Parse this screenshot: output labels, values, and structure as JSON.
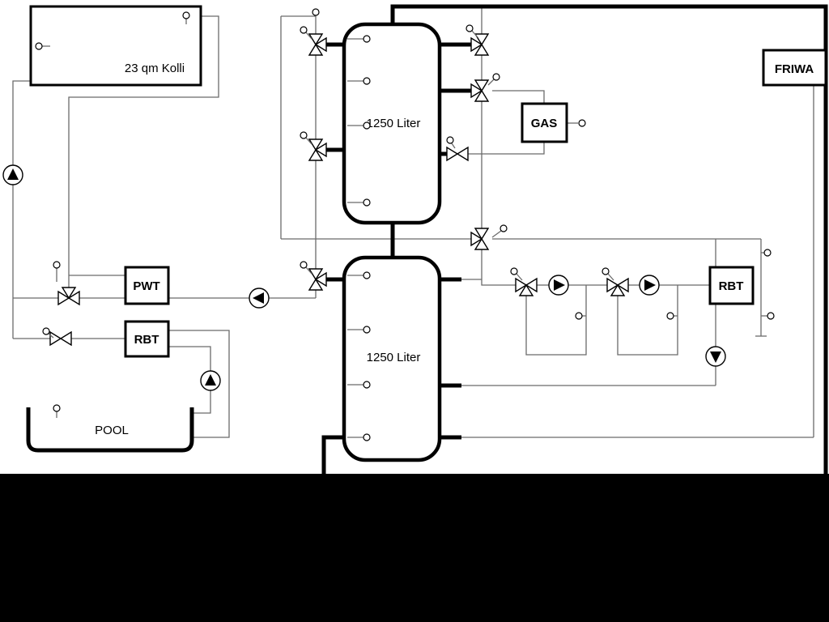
{
  "colors": {
    "background": "#000000",
    "canvas": "#ffffff",
    "pipes_thick": "#000000",
    "lines_thin": "#6b6b6b",
    "symbol_fill": "#000000"
  },
  "labels": {
    "collector": "23 qm Kolli",
    "tank1": "1250 Liter",
    "tank2": "1250 Liter",
    "gas": "GAS",
    "friwa": "FRIWA",
    "pwt": "PWT",
    "rbt_left": "RBT",
    "rbt_right": "RBT",
    "pool": "POOL"
  },
  "icons": {
    "pump": "circle with solid triangle (flow direction)",
    "three_way_valve": "hourglass triangles with actuator circle",
    "sensor": "small open circle with stem"
  }
}
